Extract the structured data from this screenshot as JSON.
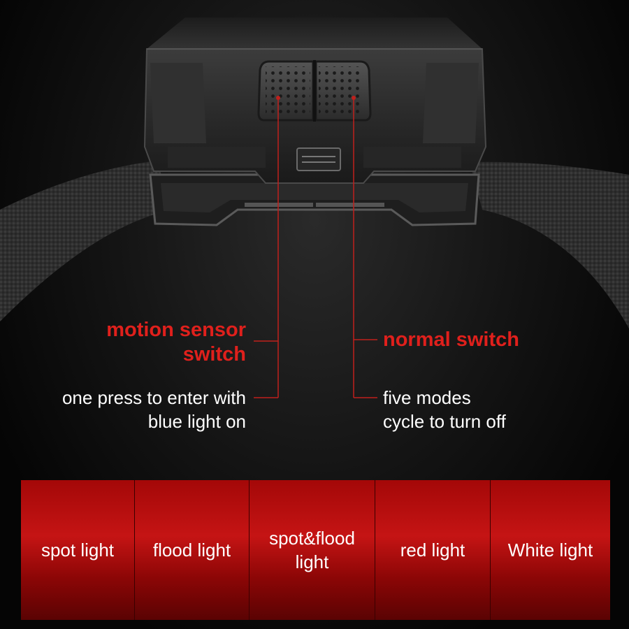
{
  "callouts": {
    "motion_sensor": {
      "title_line1": "motion sensor",
      "title_line2": "switch",
      "desc_line1": "one press to enter with",
      "desc_line2": "blue light on"
    },
    "normal_switch": {
      "title": "normal switch",
      "desc_line1": "five modes",
      "desc_line2": "cycle to turn off"
    }
  },
  "modes": [
    {
      "label_line1": "spot light",
      "label_line2": ""
    },
    {
      "label_line1": "flood light",
      "label_line2": ""
    },
    {
      "label_line1": "spot&flood",
      "label_line2": "light"
    },
    {
      "label_line1": "red light",
      "label_line2": ""
    },
    {
      "label_line1": "White light",
      "label_line2": ""
    }
  ],
  "colors": {
    "accent_red": "#e0201c",
    "callout_line": "#c0201c",
    "tile_red": "#c51414"
  }
}
